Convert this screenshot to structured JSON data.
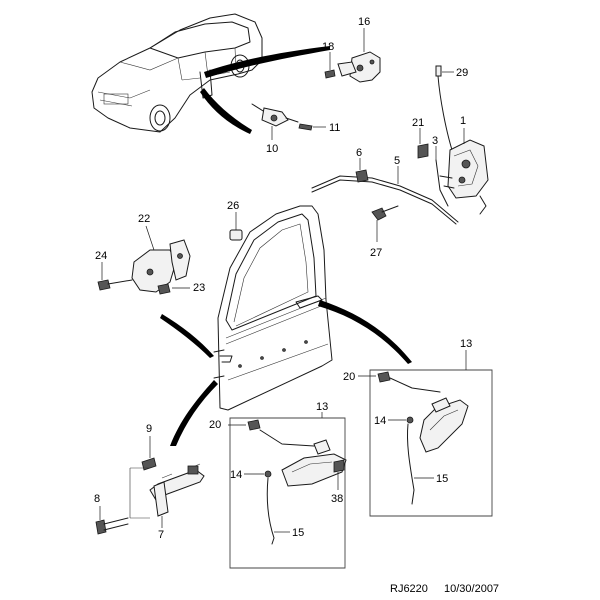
{
  "callouts": {
    "c1": "1",
    "c3": "3",
    "c5": "5",
    "c6": "6",
    "c7": "7",
    "c8": "8",
    "c9": "9",
    "c10": "10",
    "c11": "11",
    "c13a": "13",
    "c13b": "13",
    "c14a": "14",
    "c14b": "14",
    "c15a": "15",
    "c15b": "15",
    "c16": "16",
    "c18": "18",
    "c20a": "20",
    "c20b": "20",
    "c21": "21",
    "c22": "22",
    "c23": "23",
    "c24": "24",
    "c26": "26",
    "c27": "27",
    "c29": "29",
    "c38": "38"
  },
  "footer": {
    "code": "RJ6220",
    "date": "10/30/2007"
  }
}
